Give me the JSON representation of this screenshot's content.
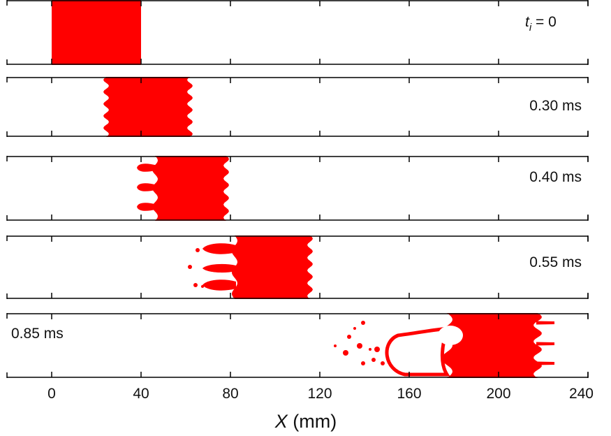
{
  "figure": {
    "panels": [
      {
        "time_label_var": "t",
        "time_label_sub": "i",
        "time_label_eq": " = 0",
        "leading_edge_mm": 0,
        "trailing_edge_mm": 40
      },
      {
        "time_label": "0.30 ms",
        "leading_edge_mm": 24,
        "trailing_edge_mm": 63
      },
      {
        "time_label": "0.40 ms",
        "leading_edge_mm": 38,
        "trailing_edge_mm": 79
      },
      {
        "time_label": "0.55 ms",
        "leading_edge_mm": 61,
        "trailing_edge_mm": 116
      },
      {
        "time_label": "0.85 ms",
        "leading_edge_mm": 124,
        "trailing_edge_mm": 224
      }
    ],
    "x_axis": {
      "var": "X",
      "unit": " (mm)",
      "min": -20,
      "max": 240,
      "ticks": [
        0,
        40,
        80,
        120,
        160,
        200,
        240
      ],
      "tick_labels": [
        "0",
        "40",
        "80",
        "120",
        "160",
        "200",
        "240"
      ]
    },
    "fill_color": "#ff0000",
    "axis_color": "#000000"
  }
}
